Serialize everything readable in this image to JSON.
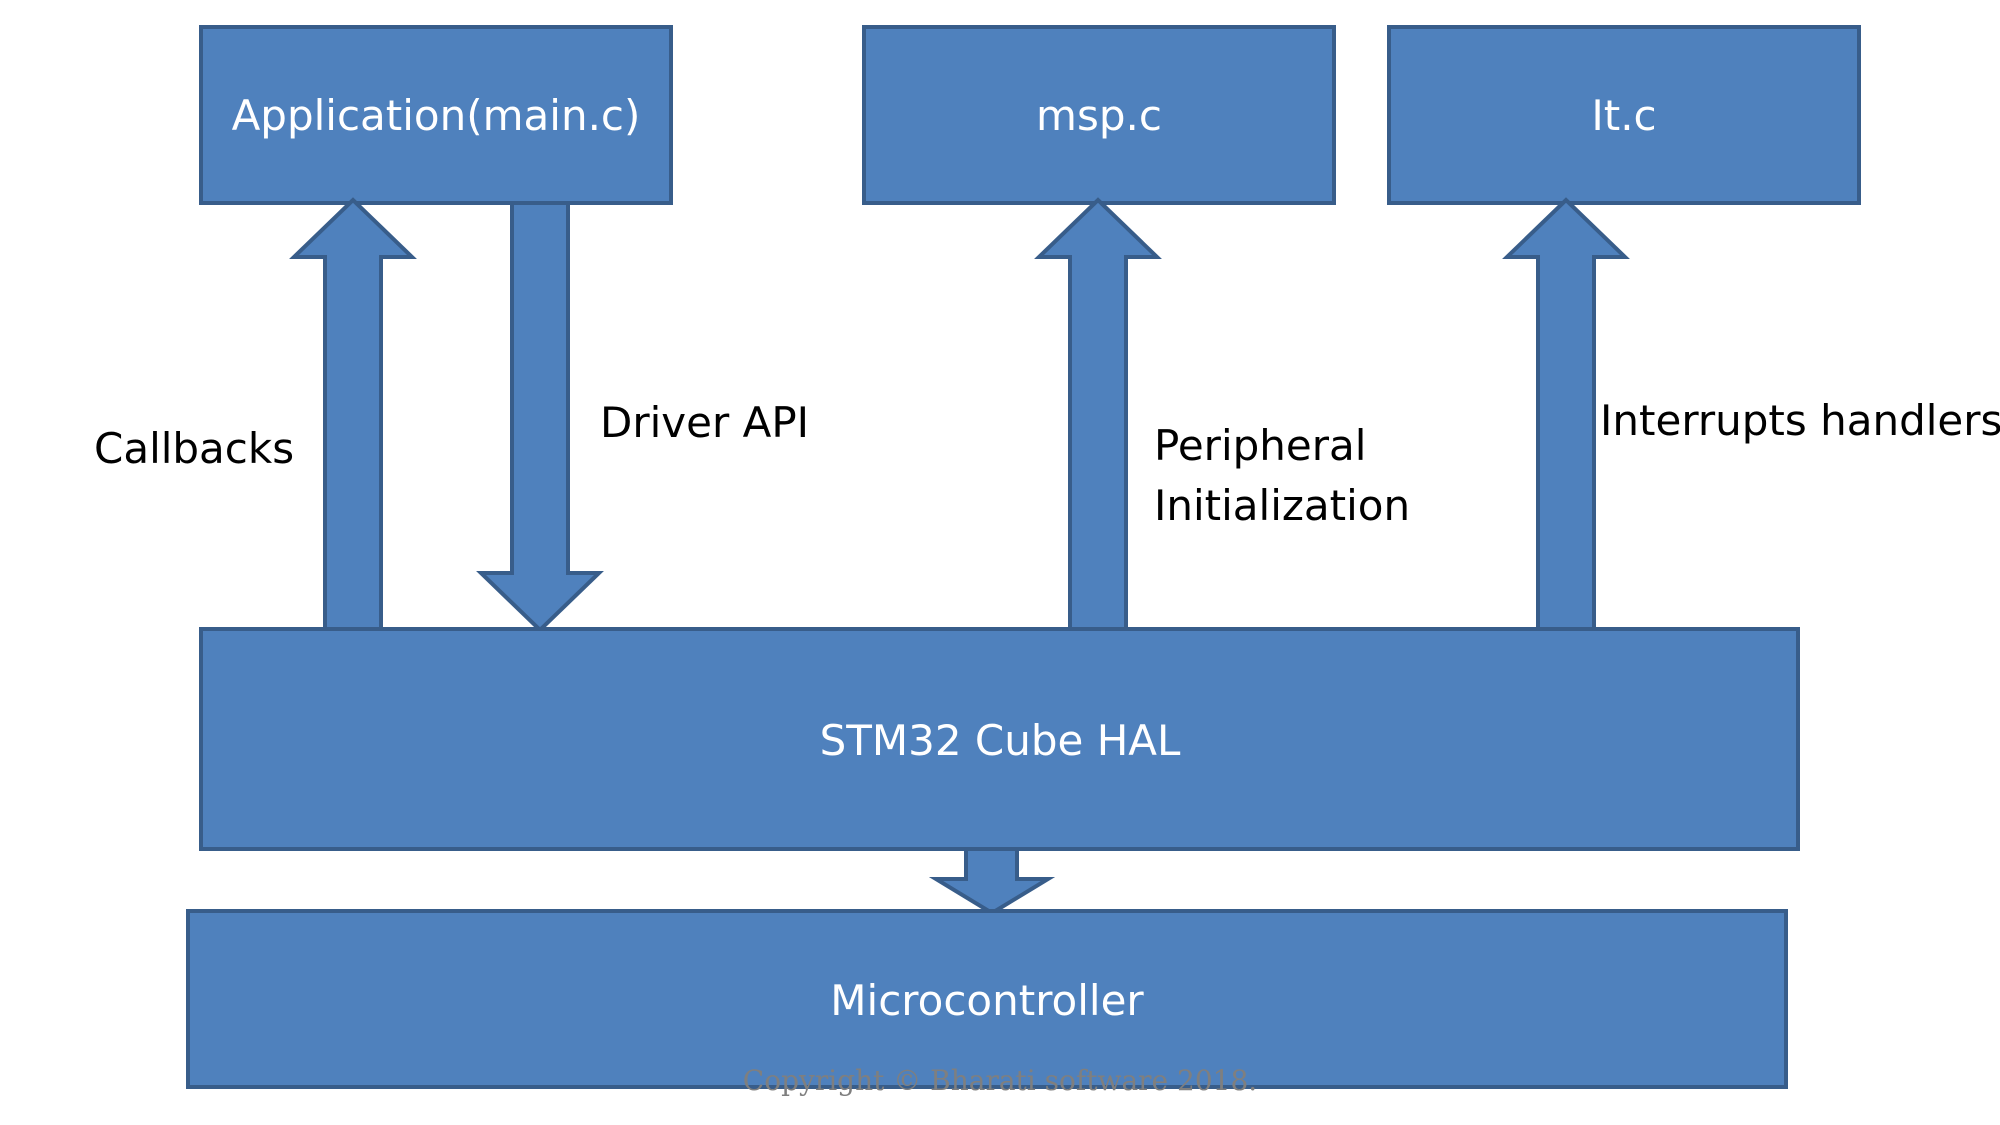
{
  "diagram": {
    "boxes": {
      "application": "Application(main.c)",
      "msp": "msp.c",
      "it": "It.c",
      "hal": "STM32 Cube HAL",
      "microcontroller": "Microcontroller"
    },
    "labels": {
      "callbacks": "Callbacks",
      "driver_api": "Driver API",
      "peripheral_line1": "Peripheral",
      "peripheral_line2": "Initialization",
      "interrupts": "Interrupts handlers"
    },
    "copyright": "Copyright © Bharati software 2018."
  },
  "colors": {
    "box_fill": "#4F81BD",
    "box_stroke": "#385D8A",
    "box_text": "#FFFFFF"
  }
}
